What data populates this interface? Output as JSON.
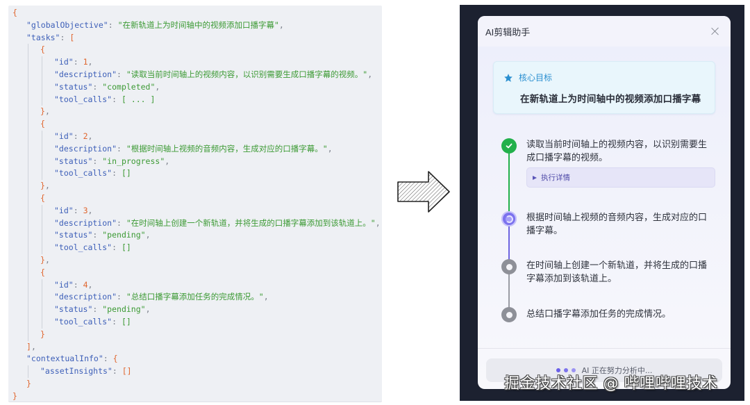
{
  "code": {
    "lines": [
      {
        "indent": 0,
        "parts": [
          [
            "b",
            "{"
          ]
        ]
      },
      {
        "indent": 1,
        "parts": [
          [
            "k",
            "\"globalObjective\""
          ],
          [
            "p",
            ": "
          ],
          [
            "s",
            "\"在新轨道上为时间轴中的视频添加口播字幕\""
          ],
          [
            "p",
            ","
          ]
        ]
      },
      {
        "indent": 1,
        "parts": [
          [
            "k",
            "\"tasks\""
          ],
          [
            "p",
            ": "
          ],
          [
            "b",
            "["
          ]
        ]
      },
      {
        "indent": 2,
        "parts": [
          [
            "b",
            "{"
          ]
        ]
      },
      {
        "indent": 3,
        "parts": [
          [
            "k",
            "\"id\""
          ],
          [
            "p",
            ": "
          ],
          [
            "n",
            "1"
          ],
          [
            "p",
            ","
          ]
        ]
      },
      {
        "indent": 3,
        "parts": [
          [
            "k",
            "\"description\""
          ],
          [
            "p",
            ": "
          ],
          [
            "s",
            "\"读取当前时间轴上的视频内容，以识别需要生成口播字幕的视频。\""
          ],
          [
            "p",
            ","
          ]
        ]
      },
      {
        "indent": 3,
        "parts": [
          [
            "k",
            "\"status\""
          ],
          [
            "p",
            ": "
          ],
          [
            "s",
            "\"completed\""
          ],
          [
            "p",
            ","
          ]
        ]
      },
      {
        "indent": 3,
        "parts": [
          [
            "k",
            "\"tool_calls\""
          ],
          [
            "p",
            ": "
          ],
          [
            "bg",
            "[ ... ]"
          ]
        ]
      },
      {
        "indent": 2,
        "parts": [
          [
            "b",
            "}"
          ],
          [
            "p",
            ","
          ]
        ]
      },
      {
        "indent": 2,
        "parts": [
          [
            "b",
            "{"
          ]
        ]
      },
      {
        "indent": 3,
        "parts": [
          [
            "k",
            "\"id\""
          ],
          [
            "p",
            ": "
          ],
          [
            "n",
            "2"
          ],
          [
            "p",
            ","
          ]
        ]
      },
      {
        "indent": 3,
        "parts": [
          [
            "k",
            "\"description\""
          ],
          [
            "p",
            ": "
          ],
          [
            "s",
            "\"根据时间轴上视频的音频内容，生成对应的口播字幕。\""
          ],
          [
            "p",
            ","
          ]
        ]
      },
      {
        "indent": 3,
        "parts": [
          [
            "k",
            "\"status\""
          ],
          [
            "p",
            ": "
          ],
          [
            "s",
            "\"in_progress\""
          ],
          [
            "p",
            ","
          ]
        ]
      },
      {
        "indent": 3,
        "parts": [
          [
            "k",
            "\"tool_calls\""
          ],
          [
            "p",
            ": "
          ],
          [
            "bg",
            "[]"
          ]
        ]
      },
      {
        "indent": 2,
        "parts": [
          [
            "b",
            "}"
          ],
          [
            "p",
            ","
          ]
        ]
      },
      {
        "indent": 2,
        "parts": [
          [
            "b",
            "{"
          ]
        ]
      },
      {
        "indent": 3,
        "parts": [
          [
            "k",
            "\"id\""
          ],
          [
            "p",
            ": "
          ],
          [
            "n",
            "3"
          ],
          [
            "p",
            ","
          ]
        ]
      },
      {
        "indent": 3,
        "parts": [
          [
            "k",
            "\"description\""
          ],
          [
            "p",
            ": "
          ],
          [
            "s",
            "\"在时间轴上创建一个新轨道，并将生成的口播字幕添加到该轨道上。\""
          ],
          [
            "p",
            ","
          ]
        ]
      },
      {
        "indent": 3,
        "parts": [
          [
            "k",
            "\"status\""
          ],
          [
            "p",
            ": "
          ],
          [
            "s",
            "\"pending\""
          ],
          [
            "p",
            ","
          ]
        ]
      },
      {
        "indent": 3,
        "parts": [
          [
            "k",
            "\"tool_calls\""
          ],
          [
            "p",
            ": "
          ],
          [
            "bg",
            "[]"
          ]
        ]
      },
      {
        "indent": 2,
        "parts": [
          [
            "b",
            "}"
          ],
          [
            "p",
            ","
          ]
        ]
      },
      {
        "indent": 2,
        "parts": [
          [
            "b",
            "{"
          ]
        ]
      },
      {
        "indent": 3,
        "parts": [
          [
            "k",
            "\"id\""
          ],
          [
            "p",
            ": "
          ],
          [
            "n",
            "4"
          ],
          [
            "p",
            ","
          ]
        ]
      },
      {
        "indent": 3,
        "parts": [
          [
            "k",
            "\"description\""
          ],
          [
            "p",
            ": "
          ],
          [
            "s",
            "\"总结口播字幕添加任务的完成情况。\""
          ],
          [
            "p",
            ","
          ]
        ]
      },
      {
        "indent": 3,
        "parts": [
          [
            "k",
            "\"status\""
          ],
          [
            "p",
            ": "
          ],
          [
            "s",
            "\"pending\""
          ],
          [
            "p",
            ","
          ]
        ]
      },
      {
        "indent": 3,
        "parts": [
          [
            "k",
            "\"tool_calls\""
          ],
          [
            "p",
            ": "
          ],
          [
            "bg",
            "[]"
          ]
        ]
      },
      {
        "indent": 2,
        "parts": [
          [
            "b",
            "}"
          ]
        ]
      },
      {
        "indent": 1,
        "parts": [
          [
            "b",
            "]"
          ],
          [
            "p",
            ","
          ]
        ]
      },
      {
        "indent": 1,
        "parts": [
          [
            "k",
            "\"contextualInfo\""
          ],
          [
            "p",
            ": "
          ],
          [
            "b",
            "{"
          ]
        ]
      },
      {
        "indent": 2,
        "parts": [
          [
            "k",
            "\"assetInsights\""
          ],
          [
            "p",
            ": "
          ],
          [
            "b",
            "[]"
          ]
        ]
      },
      {
        "indent": 1,
        "parts": [
          [
            "b",
            "}"
          ]
        ]
      },
      {
        "indent": 0,
        "parts": [
          [
            "b",
            "}"
          ]
        ]
      }
    ]
  },
  "arrow": {
    "icon": "hatched-right-arrow-icon"
  },
  "assistant": {
    "title": "AI剪辑助手",
    "close_icon": "close-icon",
    "goal": {
      "icon": "star-icon",
      "label": "核心目标",
      "text": "在新轨道上为时间轴中的视频添加口播字幕"
    },
    "tasks": [
      {
        "status": "completed",
        "text": "读取当前时间轴上的视频内容，以识别需要生成口播字幕的视频。",
        "details_label": "执行详情"
      },
      {
        "status": "in_progress",
        "text": "根据时间轴上视频的音频内容，生成对应的口播字幕。"
      },
      {
        "status": "pending",
        "text": "在时间轴上创建一个新轨道，并将生成的口播字幕添加到该轨道上。"
      },
      {
        "status": "pending",
        "text": "总结口播字幕添加任务的完成情况。"
      }
    ],
    "status_text": "AI 正在努力分析中...",
    "colors": {
      "completed": "#22b04b",
      "in_progress": "#7b72ee",
      "pending": "#8e9098",
      "goal_label": "#2a8fd0"
    }
  },
  "watermark": "掘金技术社区 @ 哔哩哔哩技术"
}
